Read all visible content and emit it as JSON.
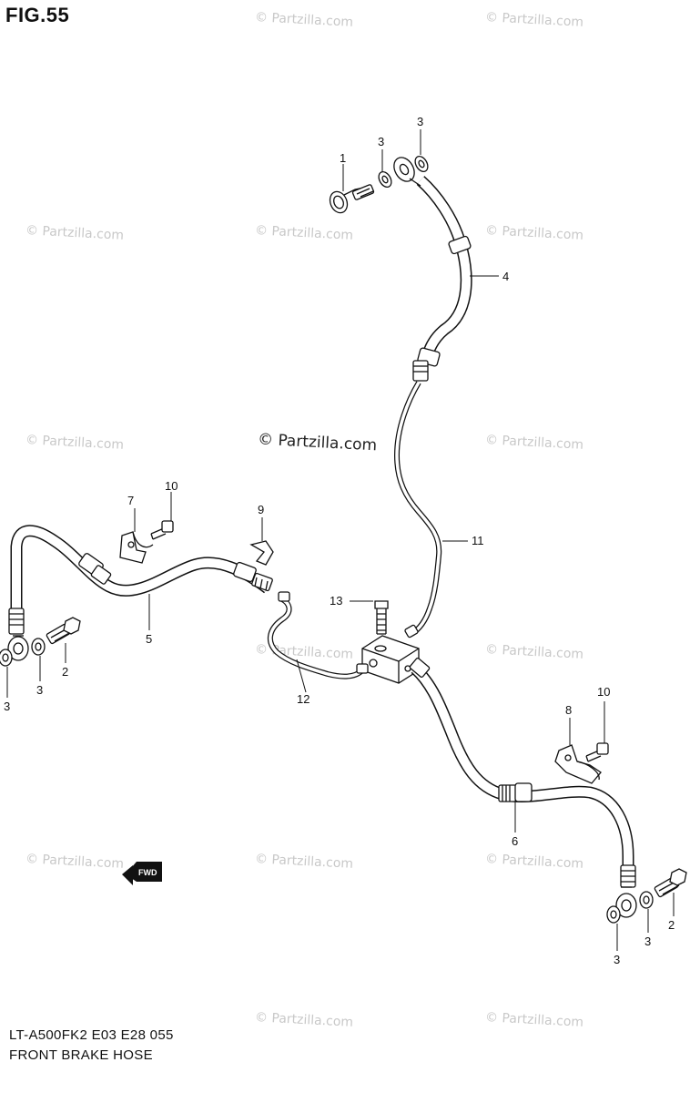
{
  "figure": {
    "title": "FIG.55",
    "model_code": "LT-A500FK2 E03 E28  055",
    "caption": "FRONT BRAKE  HOSE"
  },
  "watermark": {
    "text": "© Partzilla.com",
    "main_text": "© Partzilla.com"
  },
  "fwd_label": "FWD",
  "callouts": {
    "c1": "1",
    "c2a": "2",
    "c2b": "2",
    "c3a": "3",
    "c3b": "3",
    "c3c": "3",
    "c3d": "3",
    "c3e": "3",
    "c3f": "3",
    "c4": "4",
    "c5": "5",
    "c6": "6",
    "c7": "7",
    "c8": "8",
    "c9": "9",
    "c10a": "10",
    "c10b": "10",
    "c11": "11",
    "c12": "12",
    "c13": "13"
  },
  "parts": [
    {
      "ref": "1",
      "name": "union bolt"
    },
    {
      "ref": "2",
      "name": "union bolt"
    },
    {
      "ref": "3",
      "name": "gasket"
    },
    {
      "ref": "4",
      "name": "brake hose"
    },
    {
      "ref": "5",
      "name": "brake hose"
    },
    {
      "ref": "6",
      "name": "brake hose"
    },
    {
      "ref": "7",
      "name": "bracket"
    },
    {
      "ref": "8",
      "name": "bracket"
    },
    {
      "ref": "9",
      "name": "clamp"
    },
    {
      "ref": "10",
      "name": "bolt"
    },
    {
      "ref": "11",
      "name": "brake pipe"
    },
    {
      "ref": "12",
      "name": "brake pipe"
    },
    {
      "ref": "13",
      "name": "bolt"
    }
  ]
}
